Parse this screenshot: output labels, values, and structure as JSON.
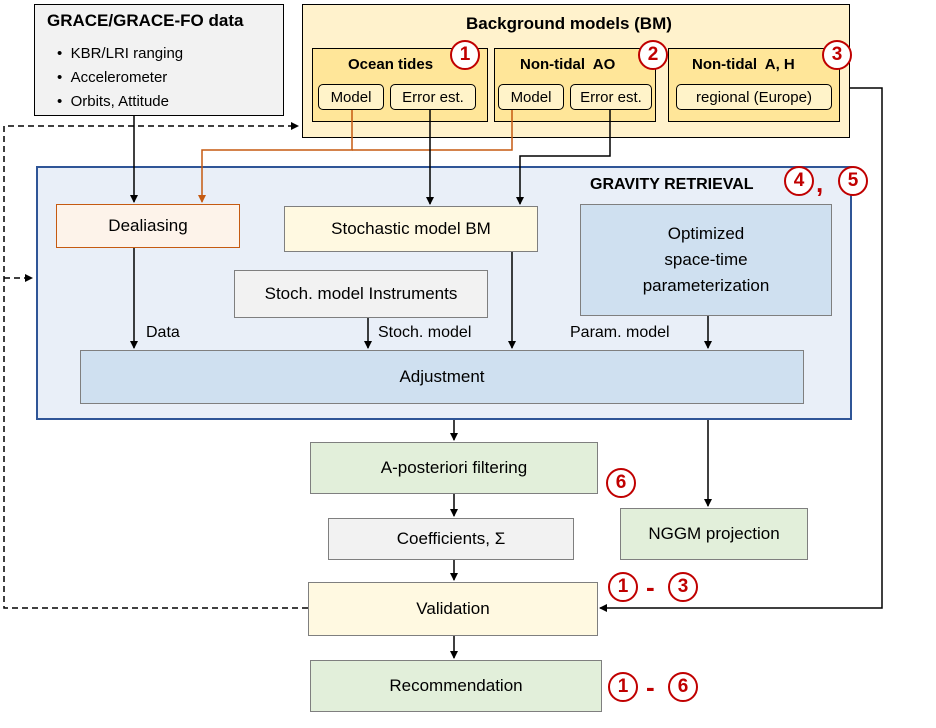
{
  "grace": {
    "title": "GRACE/GRACE-FO data",
    "items": [
      "KBR/LRI ranging",
      "Accelerometer",
      "Orbits, Attitude"
    ]
  },
  "bm": {
    "title": "Background models (BM)",
    "ocean": {
      "title": "Ocean tides",
      "model": "Model",
      "error": "Error est.",
      "badge": "1"
    },
    "ao": {
      "title": "Non-tidal  AO",
      "model": "Model",
      "error": "Error est.",
      "badge": "2"
    },
    "ah": {
      "title": "Non-tidal  A, H",
      "regional": "regional (Europe)",
      "badge": "3"
    }
  },
  "retrieval": {
    "title": "GRAVITY RETRIEVAL",
    "badges": [
      "4",
      "5"
    ],
    "separator": ",",
    "dealiasing": "Dealiasing",
    "stochastic_bm": "Stochastic model BM",
    "optimized": [
      "Optimized",
      "space-time",
      "parameterization"
    ],
    "stoch_instruments": "Stoch. model Instruments",
    "label_data": "Data",
    "label_stoch": "Stoch. model",
    "label_param": "Param. model",
    "adjustment": "Adjustment"
  },
  "flow": {
    "aposteriori": "A-posteriori filtering",
    "aposteriori_badge": "6",
    "coefficients": "Coefficients, Σ",
    "nggm": "NGGM projection",
    "validation": "Validation",
    "validation_badges": [
      "1",
      "3"
    ],
    "recommendation": "Recommendation",
    "recommendation_badges": [
      "1",
      "6"
    ],
    "range_sep": "-"
  },
  "colors": {
    "accent_red": "#c00000",
    "orange_line": "#c55a11",
    "retrieval_border": "#2f5597",
    "retrieval_fill": "#e7eef8",
    "yellow_fill": "#fff2cc",
    "green_fill": "#e2efda",
    "grey_fill": "#f2f2f2",
    "blue_fill": "#cfe0f0"
  }
}
